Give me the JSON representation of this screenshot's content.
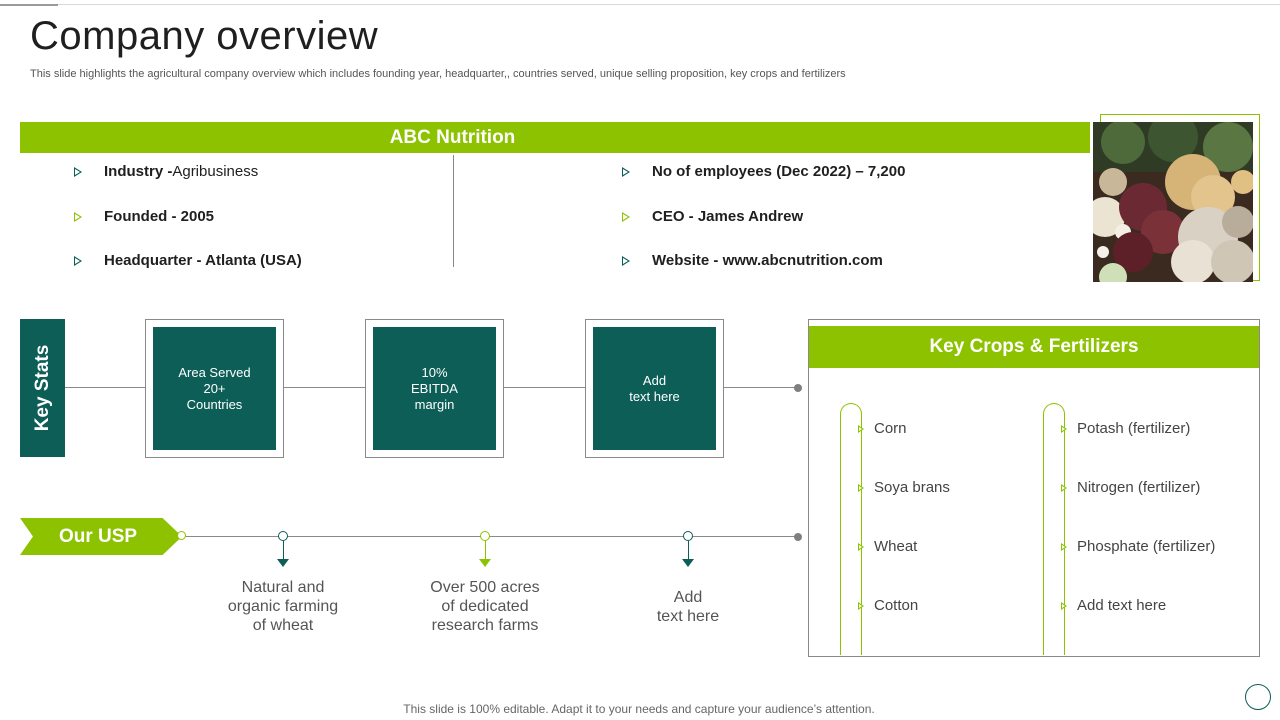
{
  "header": {
    "title": "Company overview",
    "subtitle": "This slide highlights the agricultural company overview which includes founding year, headquarter,, countries served, unique selling proposition, key crops and fertilizers"
  },
  "company": {
    "name": "ABC Nutrition",
    "left_items": [
      {
        "label": "Industry - ",
        "value": "Agribusiness"
      },
      {
        "label": "Founded - 2005",
        "value": ""
      },
      {
        "label": "Headquarter - Atlanta (USA)",
        "value": ""
      }
    ],
    "right_items": [
      {
        "label": "No of employees (Dec 2022) – 7,200",
        "value": ""
      },
      {
        "label": "CEO - James Andrew",
        "value": ""
      },
      {
        "label": "Website - www.abcnutrition.com",
        "value": ""
      }
    ]
  },
  "key_stats": {
    "label": "Key Stats",
    "boxes": [
      {
        "lines": [
          "Area Served",
          "20+",
          "Countries"
        ]
      },
      {
        "lines": [
          "10%",
          "EBITDA",
          "margin"
        ]
      },
      {
        "lines": [
          "Add",
          "text here"
        ]
      }
    ]
  },
  "usp": {
    "label": "Our USP",
    "items": [
      {
        "lines": [
          "Natural and",
          "organic farming",
          "of wheat"
        ]
      },
      {
        "lines": [
          "Over 500 acres",
          "of dedicated",
          "research farms"
        ]
      },
      {
        "lines": [
          "Add",
          "text here"
        ]
      }
    ]
  },
  "key_crops": {
    "title": "Key Crops & Fertilizers",
    "crops": [
      "Corn",
      "Soya brans",
      "Wheat",
      "Cotton"
    ],
    "fertilizers": [
      "Potash (fertilizer)",
      "Nitrogen (fertilizer)",
      "Phosphate (fertilizer)",
      "Add text here"
    ]
  },
  "footer": {
    "text": "This slide is 100% editable. Adapt it to your needs and capture your audience’s attention."
  },
  "colors": {
    "green": "#8cc200",
    "teal": "#0c5e57"
  },
  "image": {
    "subject": "vegetables-and-mushrooms-photo"
  }
}
